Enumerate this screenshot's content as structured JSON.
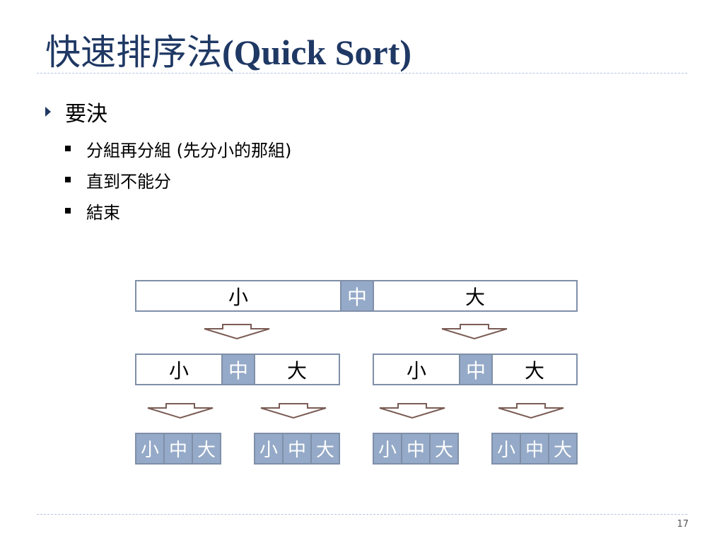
{
  "slide": {
    "title_zh": "快速排序法",
    "title_en": "(Quick Sort)",
    "bullets": [
      {
        "text": "要決",
        "sub": [
          "分組再分組 (先分小的那組)",
          "直到不能分",
          "結束"
        ]
      }
    ],
    "page_number": "17"
  },
  "diagram": {
    "labels": {
      "small": "小",
      "middle": "中",
      "large": "大"
    },
    "colors": {
      "middle_fill": "#95aac8",
      "border": "#7f8fa8",
      "arrow": "#7a5c55",
      "title": "#1f3864"
    }
  }
}
